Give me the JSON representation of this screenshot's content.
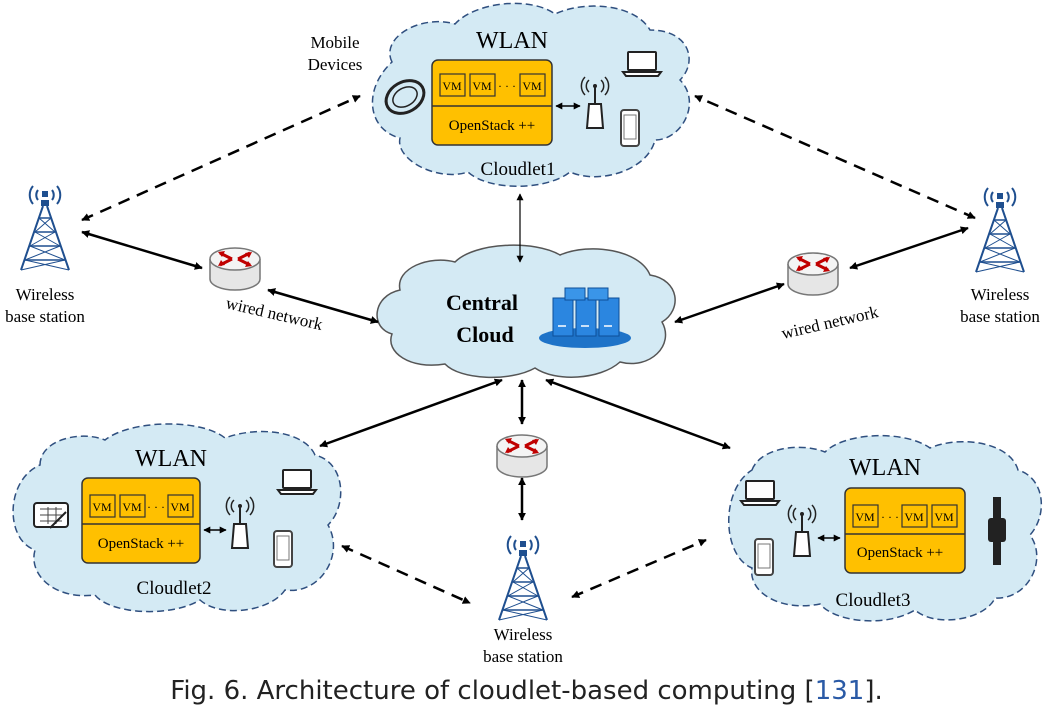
{
  "cloudlet1": {
    "wlan": "WLAN",
    "name": "Cloudlet1",
    "vm_labels": [
      "VM",
      "VM",
      "· · ·",
      "VM"
    ],
    "openstack": "OpenStack ++",
    "mobile_devices": [
      "Mobile",
      "Devices"
    ]
  },
  "cloudlet2": {
    "wlan": "WLAN",
    "name": "Cloudlet2",
    "vm_labels": [
      "VM",
      "VM",
      "· · ·",
      "VM"
    ],
    "openstack": "OpenStack ++"
  },
  "cloudlet3": {
    "wlan": "WLAN",
    "name": "Cloudlet3",
    "vm_labels": [
      "VM",
      "· · ·",
      "VM",
      "VM"
    ],
    "openstack": "OpenStack ++"
  },
  "central_cloud": {
    "line1": "Central",
    "line2": "Cloud"
  },
  "wired_network_label": "wired network",
  "base_station_left": [
    "Wireless",
    "base station"
  ],
  "base_station_right": [
    "Wireless",
    "base station"
  ],
  "base_station_bottom": [
    "Wireless",
    "base station"
  ],
  "caption": {
    "prefix": "Fig. 6.  Architecture of cloudlet-based computing [",
    "ref": "131",
    "suffix": "]."
  },
  "colors": {
    "cloud_fill": "#d4eaf4",
    "cloud_stroke": "#2f4f7f",
    "openstack_fill": "#ffc000",
    "server_blue": "#1e73c8",
    "router_arrow": "#c00000"
  }
}
